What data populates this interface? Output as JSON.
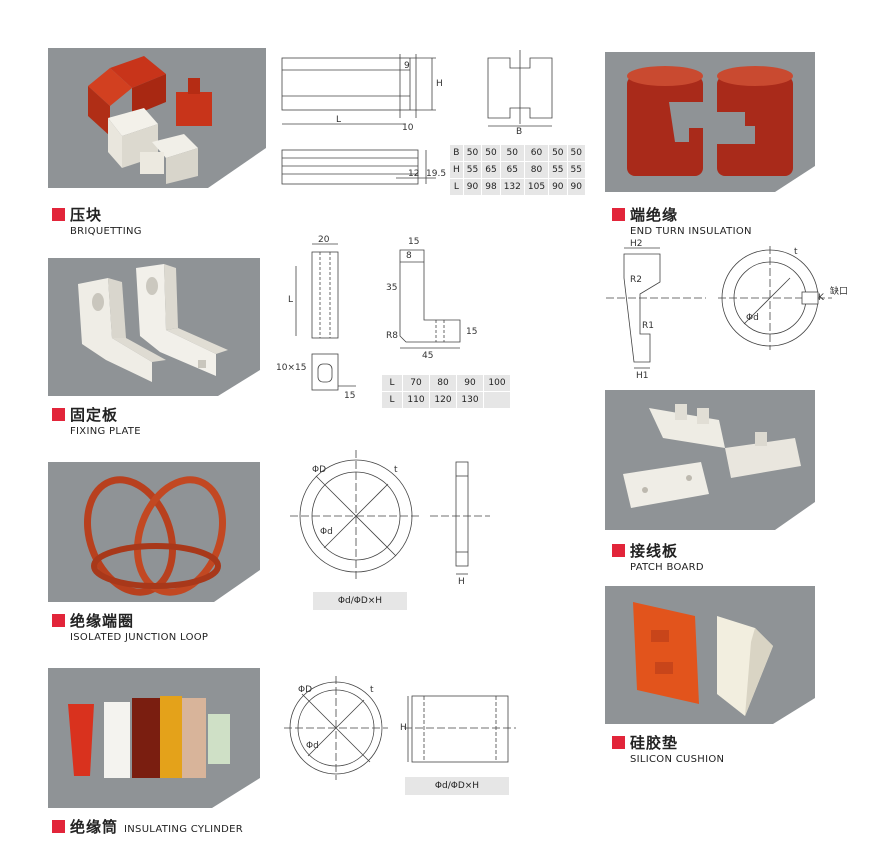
{
  "sections": {
    "briquetting": {
      "cn": "压块",
      "en": "BRIQUETTING"
    },
    "fixing_plate": {
      "cn": "固定板",
      "en": "FIXING PLATE"
    },
    "junction_loop": {
      "cn": "绝缘端圈",
      "en": "ISOLATED JUNCTION LOOP"
    },
    "cylinder": {
      "cn": "绝缘筒",
      "en": "INSULATING CYLINDER"
    },
    "end_turn": {
      "cn": "端绝缘",
      "en": "END TURN INSULATION"
    },
    "patch_board": {
      "cn": "接线板",
      "en": "PATCH BOARD"
    },
    "silicon": {
      "cn": "硅胶垫",
      "en": "SILICON CUSHION"
    }
  },
  "briquetting_drawing": {
    "dim_9": "9",
    "dim_H": "H",
    "dim_L": "L",
    "dim_10": "10",
    "dim_B": "B",
    "dim_12": "12",
    "dim_195": "19.5"
  },
  "briquetting_table": {
    "rows": [
      {
        "label": "B",
        "values": [
          "50",
          "50",
          "50",
          "60",
          "50",
          "50"
        ]
      },
      {
        "label": "H",
        "values": [
          "55",
          "65",
          "65",
          "80",
          "55",
          "55"
        ]
      },
      {
        "label": "L",
        "values": [
          "90",
          "98",
          "132",
          "105",
          "90",
          "90"
        ]
      }
    ]
  },
  "fixing_drawing": {
    "dim_20": "20",
    "dim_L": "L",
    "dim_10x15": "10×15",
    "dim_15a": "15",
    "dim_15b": "15",
    "dim_8": "8",
    "dim_35": "35",
    "dim_R8": "R8",
    "dim_15c": "15",
    "dim_45": "45"
  },
  "fixing_table": {
    "rows": [
      {
        "label": "L",
        "values": [
          "70",
          "80",
          "90",
          "100"
        ]
      },
      {
        "label": "L",
        "values": [
          "110",
          "120",
          "130",
          ""
        ]
      }
    ]
  },
  "loop_drawing": {
    "dim_D": "ΦD",
    "dim_d": "Φd",
    "dim_t": "t",
    "dim_H": "H",
    "formula": "Φd/ΦD×H"
  },
  "cylinder_drawing": {
    "dim_D": "ΦD",
    "dim_d": "Φd",
    "dim_t": "t",
    "dim_H": "H",
    "formula": "Φd/ΦD×H"
  },
  "end_turn_drawing": {
    "dim_H2": "H2",
    "dim_R2": "R2",
    "dim_R1": "R1",
    "dim_H1": "H1",
    "dim_t": "t",
    "dim_K": "K",
    "dim_d": "Φd",
    "gap_label": "缺口"
  },
  "colors": {
    "accent": "#e2253a",
    "photo_bg": "#8f9396",
    "table_bg": "#e6e6e6"
  }
}
